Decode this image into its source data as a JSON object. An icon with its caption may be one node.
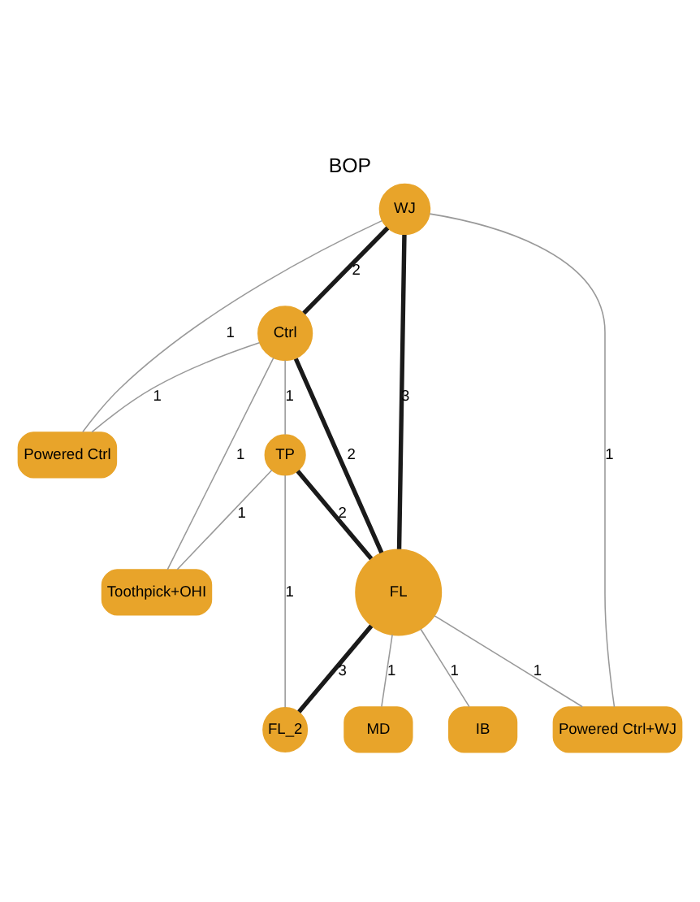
{
  "diagram": {
    "title": "BOP",
    "nodes": [
      {
        "text": [
          "Ctrl"
        ]
      },
      {
        "text": [
          "WJ"
        ]
      },
      {
        "text": [
          "FL"
        ]
      },
      {
        "text": [
          "TP"
        ]
      },
      {
        "text": [
          "FL_2"
        ]
      },
      {
        "text": [
          "Toothpick+OHI"
        ]
      },
      {
        "text": [
          "IB"
        ]
      },
      {
        "text": [
          "Powered Ctrl+WJ"
        ]
      },
      {
        "text": [
          "MD"
        ]
      },
      {
        "text": [
          "Powered Ctrl"
        ]
      }
    ],
    "edges": [
      {
        "from": 1,
        "to": 0,
        "arrow": "none",
        "label": "2",
        "style": "thick",
        "color": "#1a1a1a"
      },
      {
        "from": 0,
        "to": 2,
        "arrow": "none",
        "label": "2",
        "style": "thick",
        "color": "#1a1a1a"
      },
      {
        "from": 1,
        "to": 2,
        "arrow": "none",
        "label": "3",
        "style": "thick",
        "color": "#1a1a1a"
      },
      {
        "from": 0,
        "to": 3,
        "arrow": "none",
        "label": "1"
      },
      {
        "from": 0,
        "to": 5,
        "arrow": "none",
        "label": "1"
      },
      {
        "from": 3,
        "to": 2,
        "arrow": "none",
        "label": "2",
        "style": "thick",
        "color": "#1a1a1a"
      },
      {
        "from": 2,
        "to": 4,
        "arrow": "none",
        "label": "3",
        "style": "thick",
        "color": "#1a1a1a"
      },
      {
        "from": 3,
        "to": 4,
        "arrow": "none",
        "label": "1"
      },
      {
        "from": 3,
        "to": 5,
        "arrow": "none",
        "label": "1"
      },
      {
        "from": 1,
        "to": 7,
        "arrow": "none",
        "label": "1"
      },
      {
        "from": 1,
        "to": 9,
        "arrow": "none",
        "label": "1"
      },
      {
        "from": 2,
        "to": 7,
        "arrow": "none",
        "label": "1"
      },
      {
        "from": 0,
        "to": 9,
        "arrow": "none",
        "label": "1"
      },
      {
        "from": 2,
        "to": 8,
        "arrow": "none",
        "label": "1"
      },
      {
        "from": 2,
        "to": 6,
        "arrow": "none",
        "label": "1"
      }
    ]
  }
}
